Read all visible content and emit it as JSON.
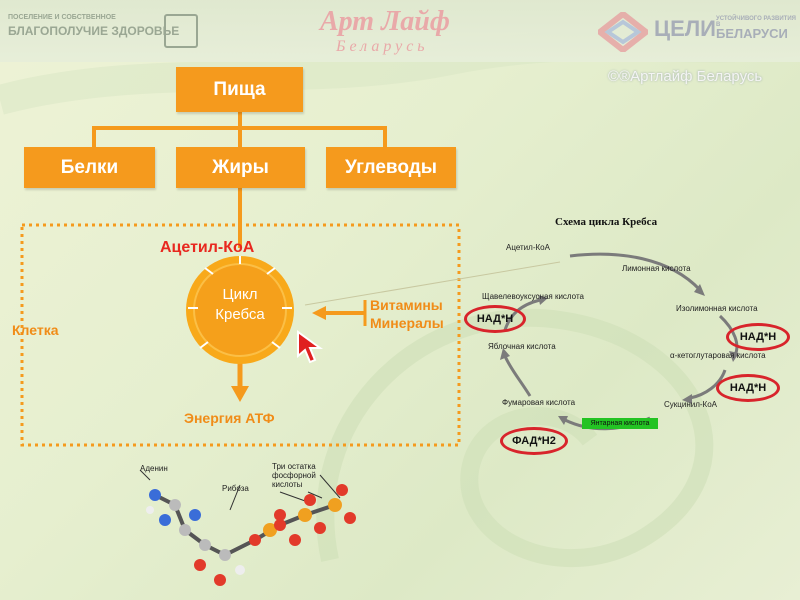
{
  "header": {
    "left_logo_line1": "ПОСЕЛЕНИЕ И СОБСТВЕННОЕ",
    "left_logo_line2": "БЛАГОПОЛУЧИЕ ЗДОРОВЬЕ",
    "center_logo_line1": "Арт Лайф",
    "center_logo_line2": "Беларусь",
    "right_logo_main": "ЦЕЛИ",
    "right_logo_side1": "УСТОЙЧИВОГО РАЗВИТИЯ В",
    "right_logo_side2": "БЕЛАРУСИ",
    "watermark": "©®Артлайф Беларусь"
  },
  "diagram": {
    "food": "Пища",
    "proteins": "Белки",
    "fats": "Жиры",
    "carbs": "Углеводы",
    "acetyl": "Ацетил-КоА",
    "krebs_line1": "Цикл",
    "krebs_line2": "Кребса",
    "vitamins": "Витамины",
    "minerals": "Минералы",
    "cell": "Клетка",
    "energy": "Энергия АТФ"
  },
  "krebs_scheme": {
    "title": "Схема цикла Кребса",
    "acetyl_coa": "Ацетил-КоА",
    "citric": "Лимонная кислота",
    "isocitric": "Изолимонная кислота",
    "ketoglutaric": "α-кетоглутаровая кислота",
    "succinyl": "Сукцинил-КоА",
    "succinic": "Янтарная кислота",
    "fumaric": "Фумаровая кислота",
    "malic": "Яблочная кислота",
    "oxaloacetic": "Щавелевоуксусная кислота",
    "nadh_1": "НАД*Н",
    "nadh_2": "НАД*Н",
    "nadh_3": "НАД*Н",
    "fadh2": "ФАД*Н2"
  },
  "atp_molecule": {
    "adenine": "Аденин",
    "ribose": "Рибоза",
    "phosphate_line1": "Три остатка",
    "phosphate_line2": "фосфорной",
    "phosphate_line3": "кислоты"
  },
  "colors": {
    "orange": "#f59a1d",
    "red_oval": "#d8242b",
    "green_label": "#23c323"
  }
}
